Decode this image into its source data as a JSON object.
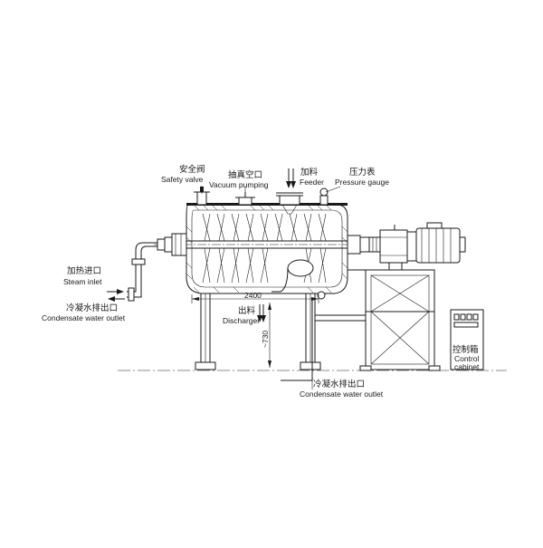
{
  "labels": {
    "safety_valve_zh": "安全阀",
    "safety_valve_en": "Safety valve",
    "vacuum_zh": "抽真空口",
    "vacuum_en": "Vacuum pumping",
    "feeder_zh": "加料",
    "feeder_en": "Feeder",
    "pressure_zh": "压力表",
    "pressure_en": "Pressure gauge",
    "steam_zh": "加热进口",
    "steam_en": "Steam inlet",
    "condensate_left_zh": "冷凝水排出口",
    "condensate_left_en": "Condensate water outlet",
    "discharger_zh": "出料",
    "discharger_en": "Discharger",
    "condensate_bottom_zh": "冷凝水排出口",
    "condensate_bottom_en": "Condensate water outlet",
    "control_zh": "控制箱",
    "control_en_1": "Control",
    "control_en_2": "cabinet"
  },
  "dimensions": {
    "length": "2400",
    "height": "~730"
  }
}
